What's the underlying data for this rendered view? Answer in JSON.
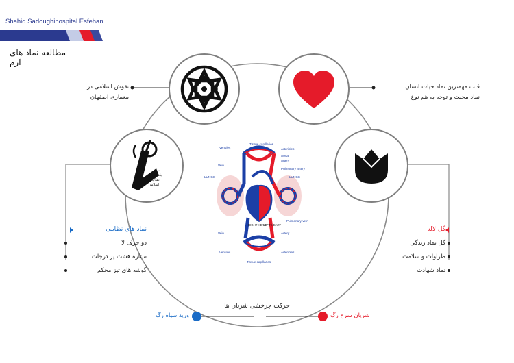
{
  "header": {
    "hospital_name": "Shahid Sadoughihospital Esfehan",
    "page_title": "مطالعه نماد های آرم"
  },
  "colors": {
    "brand_blue": "#2b3a8f",
    "heart_red": "#e51b2a",
    "vein_blue": "#1b6cc6",
    "line_gray": "#7f7f7f"
  },
  "pattern": {
    "icon": "islamic-star-pattern-icon",
    "caption_line1": "نقوش اسلامی در",
    "caption_line2": "معماری اصفهان"
  },
  "heart": {
    "icon": "heart-icon",
    "caption_line1": "قلب مهمترین نماد حیات انسان",
    "caption_line2": "نماد محبت و توجه به هم نوع"
  },
  "emblem": {
    "icon": "irgc-emblem-icon",
    "emblem_text": [
      "سپاه",
      "پاسداران",
      "انقلاب",
      "اسلامی"
    ],
    "heading": "نماد های نظامی",
    "items": [
      "دو حرف لا",
      "ستاره هشت پر درجات",
      "گوشه های تیز محکم"
    ]
  },
  "tulip": {
    "icon": "tulip-icon",
    "heading": "گل لاله",
    "items": [
      "گل نماد زندگی",
      "طراوات و سلامت",
      "نماد شهادت"
    ]
  },
  "bottom": {
    "circulation_caption": "حرکت چرخشی شریان ها",
    "vein_label": "ورید سیاه رگ",
    "artery_label": "شریان سرخ رگ"
  },
  "circulation_diagram": {
    "labels": {
      "venules_top": "Venules",
      "tissue_top": "Tissue capillaries",
      "arterioles_top": "Arterioles",
      "aorta": "Aorta",
      "artery_top": "Artery",
      "vein_top": "Vein",
      "pulmonary_artery": "Pulmonary artery",
      "lungs_left": "LUNGS",
      "lungs_right": "LUNGS",
      "right_heart": "RIGHT HEART",
      "left_heart": "LEFT HEART",
      "pulmonary_vein": "Pulmonary vein",
      "vein_bottom": "Vein",
      "artery_bottom": "Artery",
      "venules_bottom": "Venules",
      "arterioles_bottom": "Arterioles",
      "tissue_bottom": "Tissue capillaries"
    }
  }
}
